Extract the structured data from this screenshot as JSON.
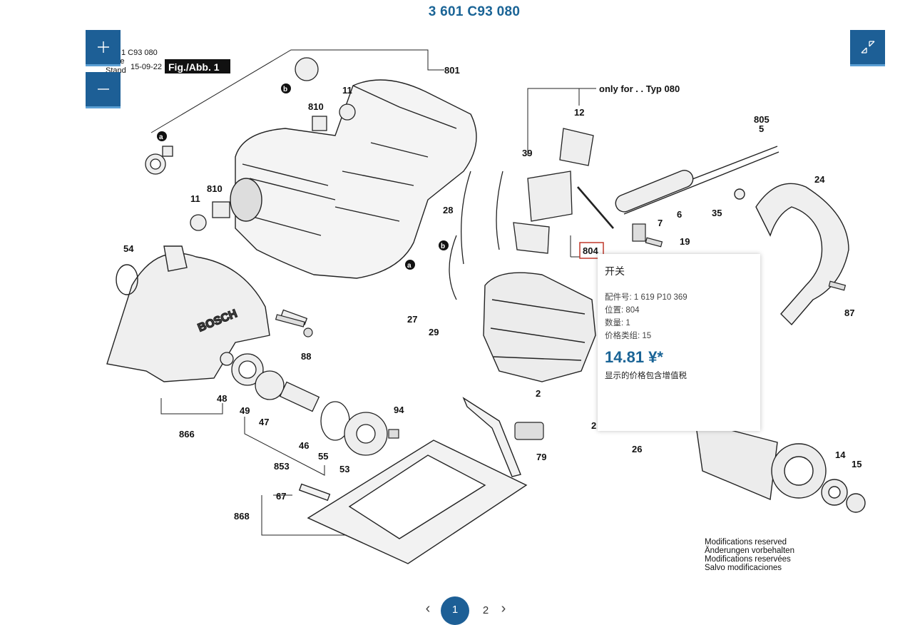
{
  "page": {
    "title": "3 601 C93 080"
  },
  "controls": {
    "zoom_in_icon": "plus-icon",
    "zoom_out_icon": "minus-icon",
    "fullscreen_icon": "compress-icon",
    "accent": "#1d5f96"
  },
  "diagram": {
    "header_model": "1 C93 080",
    "header_ausgabe": "gabe",
    "header_stand": "Stand",
    "header_date": "15-09-22",
    "fig_label": "Fig./Abb. 1",
    "only_for": "only for . . Typ 080",
    "brand": "BOSCH",
    "callouts": [
      "801",
      "11",
      "810",
      "11",
      "810",
      "12",
      "39",
      "805",
      "5",
      "24",
      "28",
      "54",
      "27",
      "29",
      "88",
      "48",
      "49",
      "47",
      "46",
      "94",
      "55",
      "53",
      "866",
      "853",
      "868",
      "67",
      "79",
      "26",
      "2",
      "2",
      "7",
      "19",
      "6",
      "35",
      "87",
      "14",
      "15"
    ],
    "highlighted": "804",
    "sub_a": "a",
    "sub_b": "b"
  },
  "tooltip": {
    "title": "开关",
    "part_no": "配件号: 1 619 P10 369",
    "position": "位置: 804",
    "quantity": "数量: 1",
    "price_group": "价格类组: 15",
    "price": "14.81 ¥*",
    "note": "显示的价格包含增值税"
  },
  "modifications": {
    "en": "Modifications reserved",
    "de": "Änderungen vorbehalten",
    "fr": "Modifications reservées",
    "es": "Salvo modificaciones"
  },
  "pagination": {
    "prev": "‹",
    "current": "1",
    "next_page": "2",
    "next": "›"
  }
}
